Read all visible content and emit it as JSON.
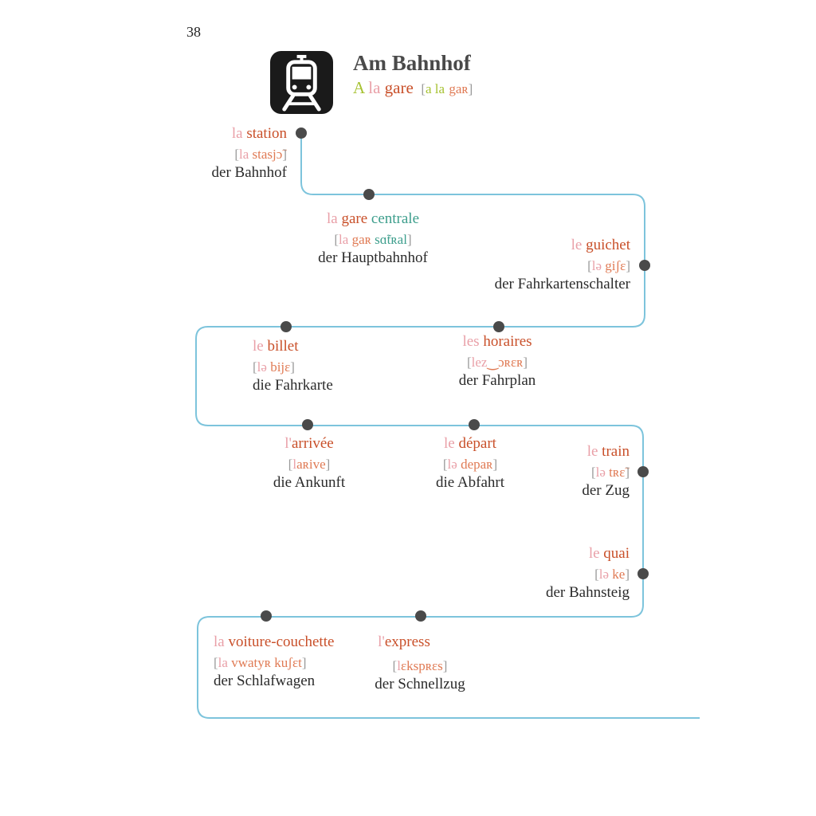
{
  "page_number": "38",
  "header": {
    "title": "Am Bahnhof",
    "subtitle": {
      "a": "A",
      "la": "la",
      "gare": "gare",
      "ipa_art": "a la",
      "ipa_noun": "gaʀ"
    }
  },
  "colors": {
    "route_line": "#7dc4dc",
    "stop_dot": "#4a4a4a",
    "article": "#e9a0a8",
    "noun": "#c9502a",
    "adjective": "#3d9e8c",
    "subtitle_a": "#a7c233",
    "icon_bg": "#1a1a1a"
  },
  "icons": {
    "header_icon": "train-icon"
  },
  "vocab": {
    "station": {
      "art": "la",
      "noun": "station",
      "adj": "",
      "ipa_art": "la",
      "ipa_noun": "stasjɔ̃",
      "ipa_adj": "",
      "de": "der Bahnhof"
    },
    "gare": {
      "art": "la",
      "noun": "gare",
      "adj": "centrale",
      "ipa_art": "la",
      "ipa_noun": "gaʀ",
      "ipa_adj": "sɑ̃tʀal",
      "de": "der Hauptbahnhof"
    },
    "guichet": {
      "art": "le",
      "noun": "guichet",
      "adj": "",
      "ipa_art": "lə",
      "ipa_noun": "giʃɛ",
      "ipa_adj": "",
      "de": "der Fahrkartenschalter"
    },
    "billet": {
      "art": "le",
      "noun": "billet",
      "adj": "",
      "ipa_art": "lə",
      "ipa_noun": "bijɛ",
      "ipa_adj": "",
      "de": "die Fahrkarte"
    },
    "horaires": {
      "art": "les",
      "noun": "horaires",
      "adj": "",
      "ipa_art": "lez",
      "ipa_noun": "‿ɔʀɛʀ",
      "ipa_adj": "",
      "de": "der Fahrplan"
    },
    "arrivee": {
      "art": "l'",
      "noun": "arrivée",
      "adj": "",
      "ipa_art": "l",
      "ipa_noun": "aʀive",
      "ipa_adj": "",
      "de": "die Ankunft"
    },
    "depart": {
      "art": "le",
      "noun": "départ",
      "adj": "",
      "ipa_art": "lə",
      "ipa_noun": "depaʀ",
      "ipa_adj": "",
      "de": "die Abfahrt"
    },
    "train": {
      "art": "le",
      "noun": "train",
      "adj": "",
      "ipa_art": "lə",
      "ipa_noun": "tʀɛ̃",
      "ipa_adj": "",
      "de": "der Zug"
    },
    "quai": {
      "art": "le",
      "noun": "quai",
      "adj": "",
      "ipa_art": "lə",
      "ipa_noun": "ke",
      "ipa_adj": "",
      "de": "der Bahnsteig"
    },
    "voiture": {
      "art": "la",
      "noun": "voiture-couchette",
      "adj": "",
      "ipa_art": "la",
      "ipa_noun": "vwatyʀ kuʃɛt",
      "ipa_adj": "",
      "de": "der Schlafwagen"
    },
    "express": {
      "art": "l'",
      "noun": "express",
      "adj": "",
      "ipa_art": "l",
      "ipa_noun": "ɛkspʀɛs",
      "ipa_adj": "",
      "de": "der Schnellzug"
    }
  }
}
